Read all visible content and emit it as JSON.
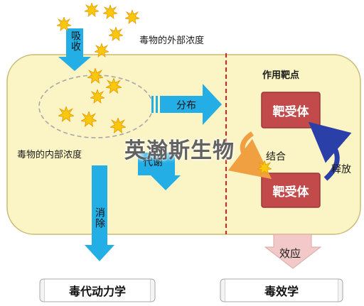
{
  "labels": {
    "absorb": "吸收",
    "external_concentration": "毒物的外部浓度",
    "internal_concentration": "毒物的内部浓度",
    "distribution": "分布",
    "metabolism": "代谢",
    "elimination": "消除",
    "target_site": "作用靶点",
    "receptor_top": "靶受体",
    "receptor_bottom": "靶受体",
    "binding": "结合",
    "release": "释放",
    "effect": "效应",
    "toxicokinetics": "毒代动力学",
    "toxicodynamics": "毒效学",
    "watermark": "英瀚斯生物"
  },
  "colors": {
    "cell_fill": "#fbf4c4",
    "cell_stroke": "#c9bb72",
    "arrow_blue": "#23aee6",
    "receptor_red": "#c24a4a",
    "dashed_red": "#e02020",
    "binding_orange": "#f0a040",
    "release_blue": "#2b3fa8",
    "effect_pink": "#f2c8c8",
    "star_yellow": "#f9c80e"
  }
}
